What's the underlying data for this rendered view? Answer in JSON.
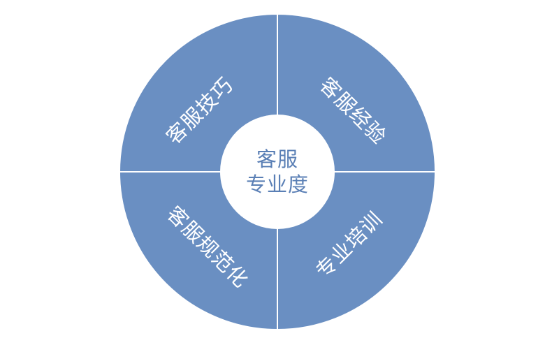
{
  "diagram": {
    "center": {
      "line1": "客服",
      "line2": "专业度"
    },
    "quadrants": {
      "top_left": "客服技巧",
      "top_right": "客服经验",
      "bottom_left": "客服规范化",
      "bottom_right": "专业培训"
    }
  },
  "colors": {
    "fill": "#6a8fc2",
    "stroke": "#ffffff",
    "center_fill": "#ffffff",
    "center_text": "#5a7fb5",
    "quad_text": "#ffffff"
  }
}
